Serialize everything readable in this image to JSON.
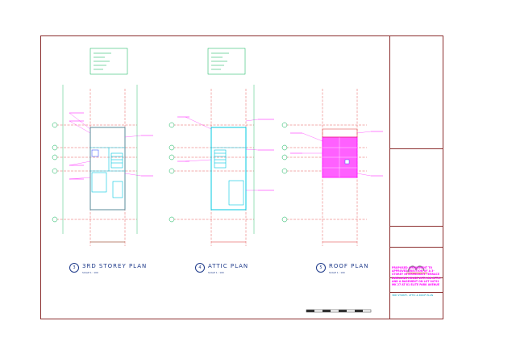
{
  "plans": [
    {
      "num": "3",
      "title": "3RD STOREY PLAN",
      "scale": "SCALE 1 : 100"
    },
    {
      "num": "4",
      "title": "ATTIC PLAN",
      "scale": "SCALE 1 : 100"
    },
    {
      "num": "5",
      "title": "ROOF PLAN",
      "scale": "SCALE 1 : 100"
    }
  ],
  "titleblock": {
    "project_description": "PROPOSED AMENDMENT TO APPROVED ERECTION OF A 3-STOREY INTERMEDIATE TERRACE DWELLING HOUSE WITH AN ATTIC AND A BASEMENT ON LOT 04791 MK 27 AT 81 ELITE PARK AVENUE",
    "sheet_title": "3RD STOREY, ATTIC & ROOF PLAN"
  },
  "colors": {
    "border": "#8b2e2e",
    "cyan": "#00c8e0",
    "magenta": "#ff00ff",
    "red": "#e03030",
    "green": "#00b050"
  }
}
